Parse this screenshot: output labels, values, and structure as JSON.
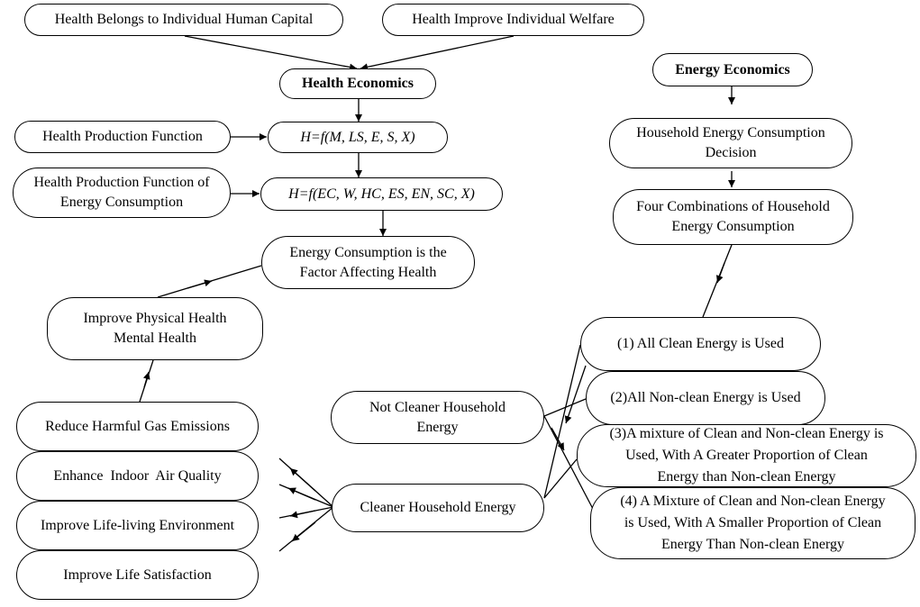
{
  "nodes": {
    "human_capital": "Health Belongs to Individual Human Capital",
    "welfare": "Health Improve Individual Welfare",
    "health_economics": "Health Economics",
    "energy_economics": "Energy Economics",
    "health_production_function": "Health Production Function",
    "formula_1": "H=f(M, LS, E, S, X)",
    "hpf_energy_line1": "Health Production Function of",
    "hpf_energy_line2": "Energy Consumption",
    "formula_2": "H=f(EC, W, HC, ES, EN, SC, X)",
    "factor_line1": "Energy Consumption is the",
    "factor_line2": "Factor Affecting Health",
    "household_decision_line1": "Household Energy Consumption",
    "household_decision_line2": "Decision",
    "four_combinations_line1": "Four Combinations of Household",
    "four_combinations_line2": "Energy Consumption",
    "improve_health_line1": "Improve Physical Health",
    "improve_health_line2": "Mental Health",
    "all_clean": "(1) All Clean Energy is Used",
    "all_nonclean": "(2)All Non-clean Energy is Used",
    "mixture_greater_line1": "(3)A mixture of Clean and Non-clean Energy is",
    "mixture_greater_line2": "Used, With A Greater Proportion of Clean",
    "mixture_greater_line3": "Energy than Non-clean Energy",
    "mixture_smaller_line1": "(4) A Mixture of Clean and Non-clean Energy",
    "mixture_smaller_line2": "is Used, With A Smaller Proportion of Clean",
    "mixture_smaller_line3": "Energy Than Non-clean Energy",
    "not_cleaner_line1": "Not Cleaner Household",
    "not_cleaner_line2": "Energy",
    "cleaner": "Cleaner Household Energy",
    "reduce_gas": "Reduce Harmful Gas Emissions",
    "indoor_air": "Enhance  Indoor  Air Quality",
    "life_environment": "Improve Life-living Environment",
    "life_satisfaction": "Improve Life Satisfaction"
  }
}
